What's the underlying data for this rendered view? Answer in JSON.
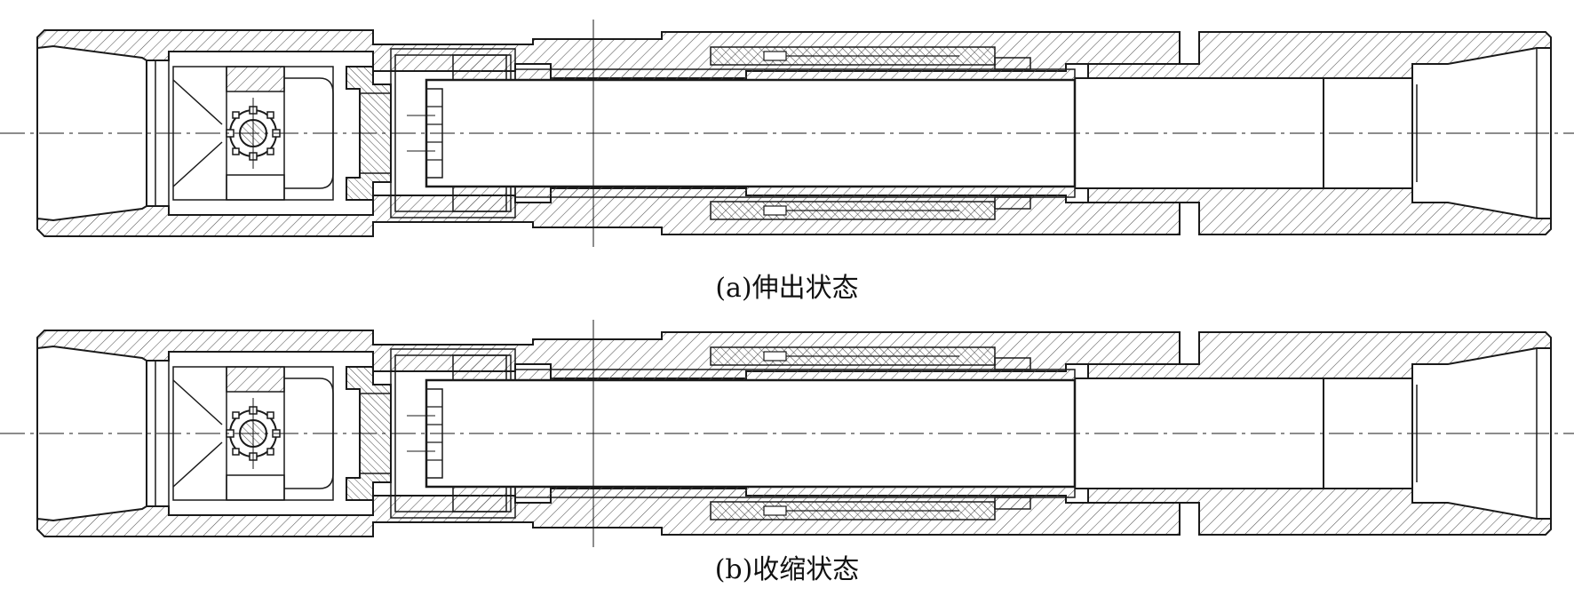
{
  "figure": {
    "caption_a": "(a)伸出状态",
    "caption_b": "(b)收缩状态"
  },
  "colors": {
    "line": "#1a1a1a",
    "hatch": "#555555",
    "background": "#ffffff"
  },
  "states": [
    {
      "key": "extended",
      "piston_shift": 0,
      "right_sub_shift": 0
    },
    {
      "key": "retracted",
      "piston_shift": -22,
      "right_sub_shift": -22
    }
  ]
}
